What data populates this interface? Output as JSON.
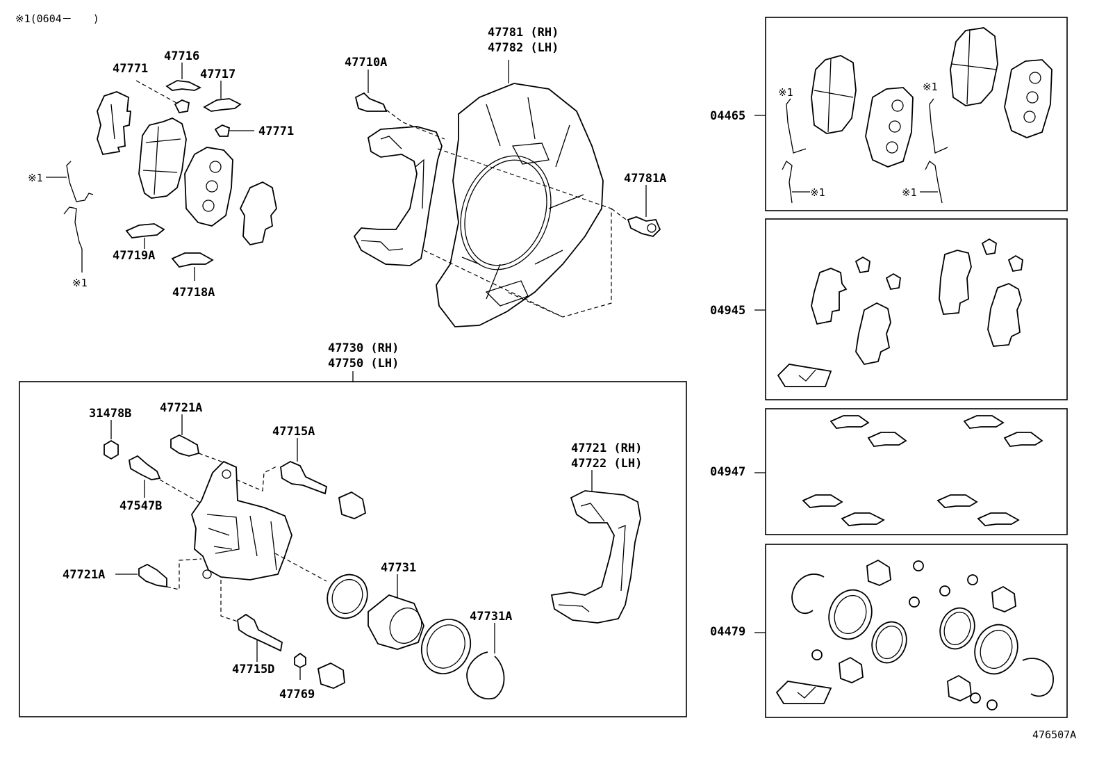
{
  "note": "※1(0604－　　)",
  "figure_id": "476507A",
  "marker": "※1",
  "labels": {
    "l_47716": "47716",
    "l_47771_a": "47771",
    "l_47717": "47717",
    "l_47771_b": "47771",
    "l_47719a": "47719A",
    "l_47718a": "47718A",
    "l_47710a": "47710A",
    "l_47781_rh": "47781 (RH)",
    "l_47782_lh": "47782 (LH)",
    "l_47781a": "47781A",
    "l_47730_rh": "47730 (RH)",
    "l_47750_lh": "47750 (LH)",
    "l_31478b": "31478B",
    "l_47721a_top": "47721A",
    "l_47715a": "47715A",
    "l_47547b": "47547B",
    "l_47721a_left": "47721A",
    "l_47721_rh": "47721 (RH)",
    "l_47722_lh": "47722 (LH)",
    "l_47731": "47731",
    "l_47731a": "47731A",
    "l_47715d": "47715D",
    "l_47769": "47769"
  },
  "kits": [
    {
      "code": "04465"
    },
    {
      "code": "04945"
    },
    {
      "code": "04947"
    },
    {
      "code": "04479"
    }
  ]
}
